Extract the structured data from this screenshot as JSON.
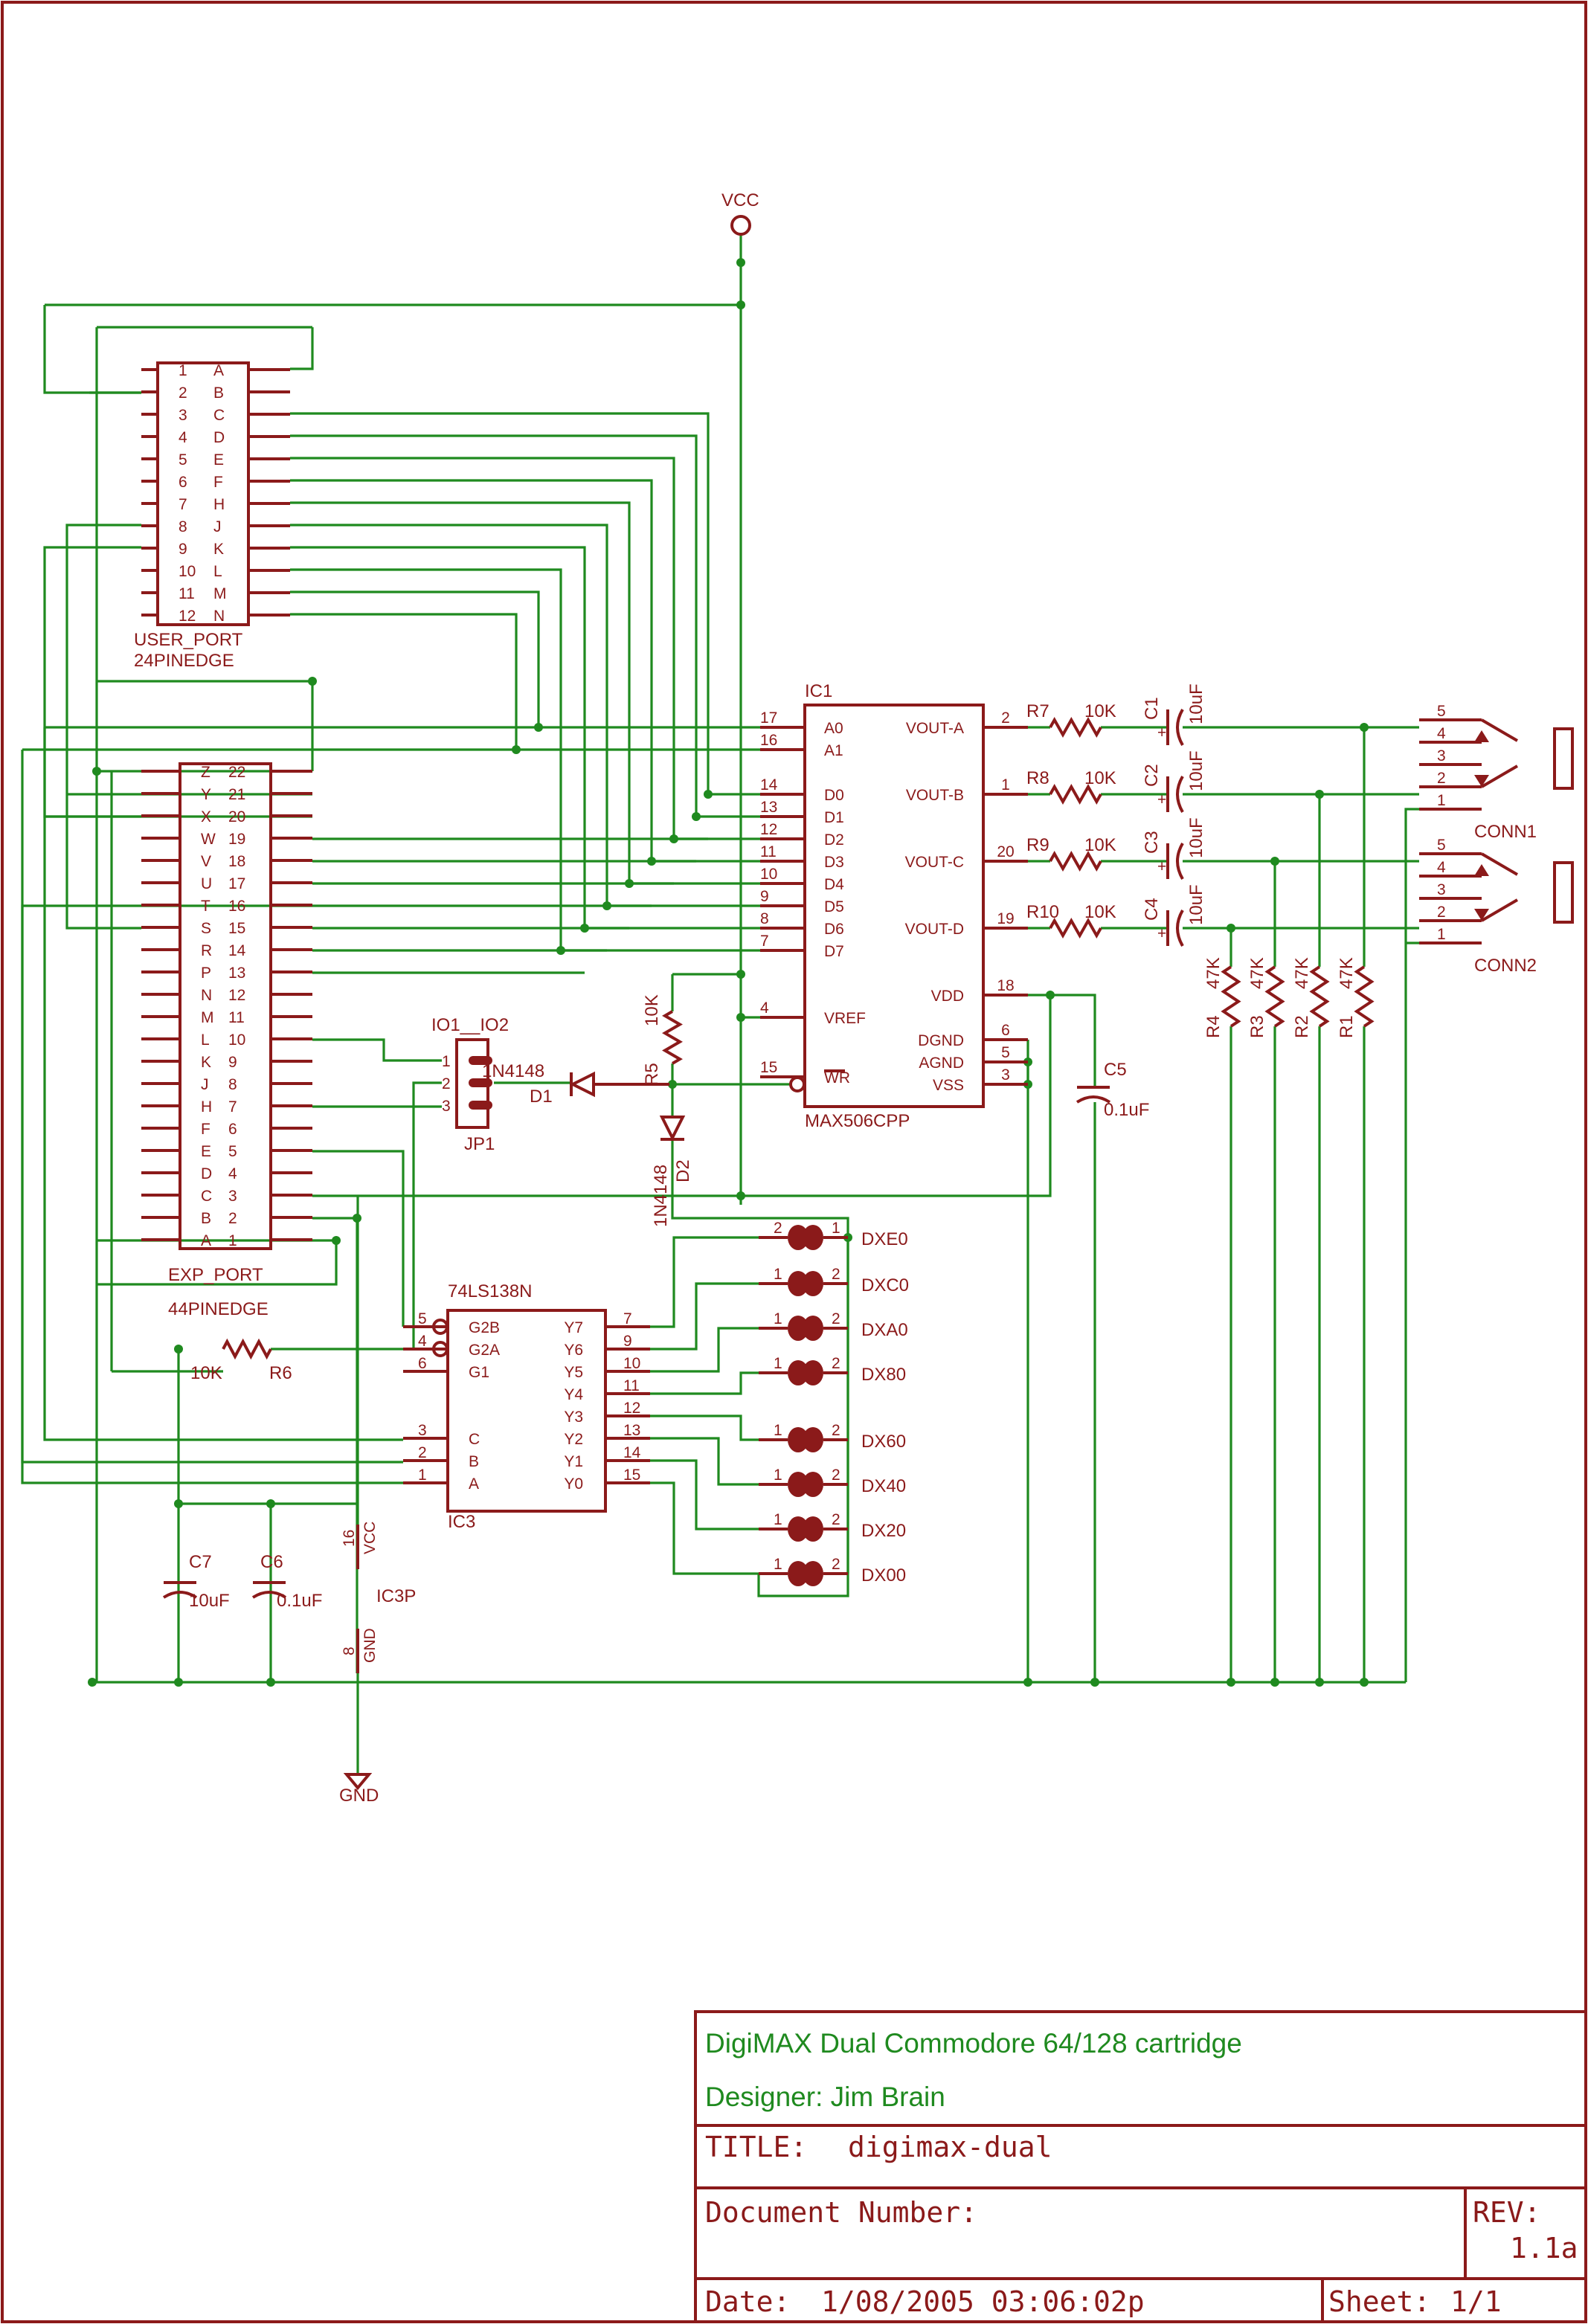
{
  "power": {
    "vcc": "VCC",
    "gnd": "GND"
  },
  "user_port": {
    "name": "USER_PORT",
    "type": "24PINEDGE",
    "rows": [
      [
        "1",
        "A"
      ],
      [
        "2",
        "B"
      ],
      [
        "3",
        "C"
      ],
      [
        "4",
        "D"
      ],
      [
        "5",
        "E"
      ],
      [
        "6",
        "F"
      ],
      [
        "7",
        "H"
      ],
      [
        "8",
        "J"
      ],
      [
        "9",
        "K"
      ],
      [
        "10",
        "L"
      ],
      [
        "11",
        "M"
      ],
      [
        "12",
        "N"
      ]
    ]
  },
  "exp_port": {
    "name": "EXP_PORT",
    "type": "44PINEDGE",
    "rows": [
      [
        "Z",
        "22"
      ],
      [
        "Y",
        "21"
      ],
      [
        "X",
        "20"
      ],
      [
        "W",
        "19"
      ],
      [
        "V",
        "18"
      ],
      [
        "U",
        "17"
      ],
      [
        "T",
        "16"
      ],
      [
        "S",
        "15"
      ],
      [
        "R",
        "14"
      ],
      [
        "P",
        "13"
      ],
      [
        "N",
        "12"
      ],
      [
        "M",
        "11"
      ],
      [
        "L",
        "10"
      ],
      [
        "K",
        "9"
      ],
      [
        "J",
        "8"
      ],
      [
        "H",
        "7"
      ],
      [
        "F",
        "6"
      ],
      [
        "E",
        "5"
      ],
      [
        "D",
        "4"
      ],
      [
        "C",
        "3"
      ],
      [
        "B",
        "2"
      ],
      [
        "A",
        "1"
      ]
    ]
  },
  "ic1": {
    "ref": "IC1",
    "part": "MAX506CPP",
    "left_pins": [
      [
        "17",
        "A0"
      ],
      [
        "16",
        "A1"
      ],
      [
        "14",
        "D0"
      ],
      [
        "13",
        "D1"
      ],
      [
        "12",
        "D2"
      ],
      [
        "11",
        "D3"
      ],
      [
        "10",
        "D4"
      ],
      [
        "9",
        "D5"
      ],
      [
        "8",
        "D6"
      ],
      [
        "7",
        "D7"
      ],
      [
        "4",
        "VREF"
      ],
      [
        "15",
        "WR"
      ]
    ],
    "right_pins": [
      [
        "2",
        "VOUT-A"
      ],
      [
        "1",
        "VOUT-B"
      ],
      [
        "20",
        "VOUT-C"
      ],
      [
        "19",
        "VOUT-D"
      ],
      [
        "18",
        "VDD"
      ],
      [
        "6",
        "DGND"
      ],
      [
        "5",
        "AGND"
      ],
      [
        "3",
        "VSS"
      ]
    ]
  },
  "ic3": {
    "ref": "IC3",
    "part": "74LS138N",
    "left_pins": [
      [
        "5",
        "G2B"
      ],
      [
        "4",
        "G2A"
      ],
      [
        "6",
        "G1"
      ],
      [
        "3",
        "C"
      ],
      [
        "2",
        "B"
      ],
      [
        "1",
        "A"
      ]
    ],
    "right_pins": [
      [
        "7",
        "Y7"
      ],
      [
        "9",
        "Y6"
      ],
      [
        "10",
        "Y5"
      ],
      [
        "11",
        "Y4"
      ],
      [
        "12",
        "Y3"
      ],
      [
        "13",
        "Y2"
      ],
      [
        "14",
        "Y1"
      ],
      [
        "15",
        "Y0"
      ]
    ]
  },
  "ic3p": {
    "ref": "IC3P",
    "vcc_pin": "16",
    "vcc": "VCC",
    "gnd_pin": "8",
    "gnd": "GND"
  },
  "jp1": {
    "ref": "JP1",
    "labels": "IO1__IO2",
    "pins": [
      "1",
      "2",
      "3"
    ]
  },
  "diodes": {
    "d1": {
      "ref": "D1",
      "part": "1N4148"
    },
    "d2": {
      "ref": "D2",
      "part": "1N4148"
    }
  },
  "resistors": {
    "r5": {
      "ref": "R5",
      "value": "10K"
    },
    "r6": {
      "ref": "R6",
      "value": "10K"
    },
    "out": [
      {
        "ref": "R7",
        "value": "10K",
        "pin": "2"
      },
      {
        "ref": "R8",
        "value": "10K",
        "pin": "1"
      },
      {
        "ref": "R9",
        "value": "10K",
        "pin": "20"
      },
      {
        "ref": "R10",
        "value": "10K",
        "pin": "19"
      }
    ],
    "pulldown": [
      {
        "ref": "R4",
        "value": "47K"
      },
      {
        "ref": "R3",
        "value": "47K"
      },
      {
        "ref": "R2",
        "value": "47K"
      },
      {
        "ref": "R1",
        "value": "47K"
      }
    ]
  },
  "capacitors": {
    "out": [
      {
        "ref": "C1",
        "value": "10uF"
      },
      {
        "ref": "C2",
        "value": "10uF"
      },
      {
        "ref": "C3",
        "value": "10uF"
      },
      {
        "ref": "C4",
        "value": "10uF"
      }
    ],
    "c5": {
      "ref": "C5",
      "value": "0.1uF"
    },
    "c6": {
      "ref": "C6",
      "value": "0.1uF"
    },
    "c7": {
      "ref": "C7",
      "value": "10uF"
    }
  },
  "connectors": {
    "conn1": {
      "ref": "CONN1",
      "pins": [
        "5",
        "4",
        "3",
        "2",
        "1"
      ]
    },
    "conn2": {
      "ref": "CONN2",
      "pins": [
        "5",
        "4",
        "3",
        "2",
        "1"
      ]
    }
  },
  "jumpers": [
    {
      "label": "DXE0",
      "left_pin": "2",
      "right_pin": "1"
    },
    {
      "label": "DXC0",
      "left_pin": "1",
      "right_pin": "2"
    },
    {
      "label": "DXA0",
      "left_pin": "1",
      "right_pin": "2"
    },
    {
      "label": "DX80",
      "left_pin": "1",
      "right_pin": "2"
    },
    {
      "label": "DX60",
      "left_pin": "1",
      "right_pin": "2"
    },
    {
      "label": "DX40",
      "left_pin": "1",
      "right_pin": "2"
    },
    {
      "label": "DX20",
      "left_pin": "1",
      "right_pin": "2"
    },
    {
      "label": "DX00",
      "left_pin": "1",
      "right_pin": "2"
    }
  ],
  "title_block": {
    "project": "DigiMAX Dual Commodore 64/128 cartridge",
    "designer": "Designer: Jim Brain",
    "title_label": "TITLE:",
    "title_value": "digimax-dual",
    "document_label": "Document Number:",
    "rev_label": "REV:",
    "rev_value": "1.1a",
    "date_label": "Date:",
    "date_value": "1/08/2005 03:06:02p",
    "sheet_label": "Sheet:",
    "sheet_value": "1/1"
  },
  "colors": {
    "symbol": "#8b1a1a",
    "wire": "#1f8a1f",
    "background": "#ffffff"
  }
}
